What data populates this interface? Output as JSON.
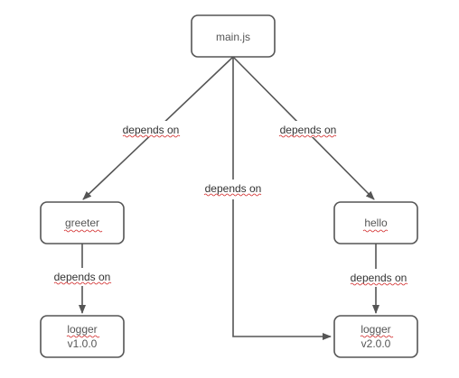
{
  "diagram": {
    "nodes": {
      "main": {
        "lines": [
          "main.js"
        ]
      },
      "greeter": {
        "lines": [
          "greeter"
        ]
      },
      "hello": {
        "lines": [
          "hello"
        ]
      },
      "logger_v1": {
        "lines": [
          "logger",
          "v1.0.0"
        ]
      },
      "logger_v2": {
        "lines": [
          "logger",
          "v2.0.0"
        ]
      }
    },
    "edges": {
      "main_to_greeter": {
        "from": "main",
        "to": "greeter",
        "label": "depends on"
      },
      "main_to_hello": {
        "from": "main",
        "to": "hello",
        "label": "depends on"
      },
      "main_to_logger_v2": {
        "from": "main",
        "to": "logger_v2",
        "label": "depends on"
      },
      "greeter_to_logger_v1": {
        "from": "greeter",
        "to": "logger_v1",
        "label": "depends on"
      },
      "hello_to_logger_v2": {
        "from": "hello",
        "to": "logger_v2",
        "label": "depends on"
      }
    },
    "colors": {
      "stroke": "#555555",
      "text": "#555555",
      "label_text": "#333333",
      "spellcheck_underline": "#d32f2f"
    }
  }
}
